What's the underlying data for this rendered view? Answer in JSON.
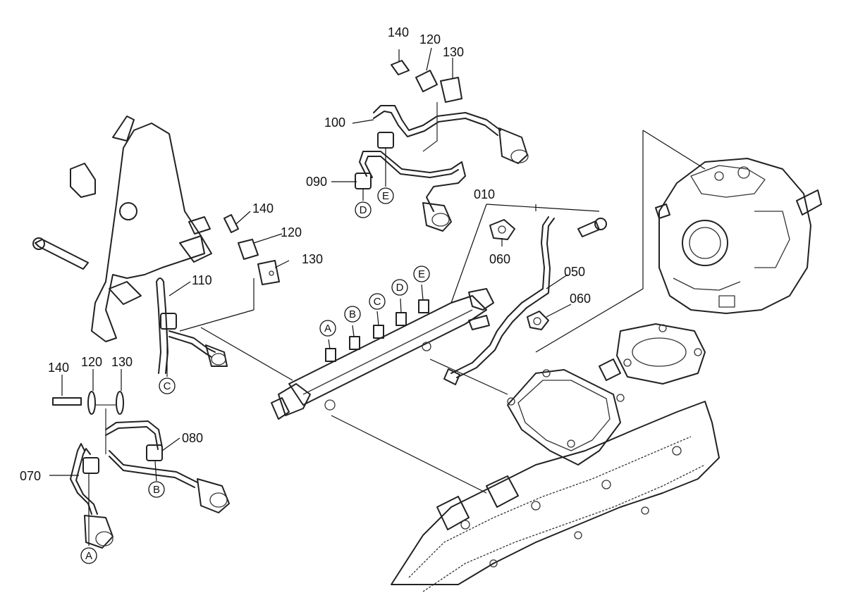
{
  "callouts": {
    "c010": "010",
    "c050": "050",
    "c060a": "060",
    "c060b": "060",
    "c070": "070",
    "c080": "080",
    "c090": "090",
    "c100": "100",
    "c110": "110",
    "c120a": "120",
    "c120b": "120",
    "c120c": "120",
    "c130a": "130",
    "c130b": "130",
    "c130c": "130",
    "c140a": "140",
    "c140b": "140",
    "c140c": "140"
  },
  "connection_markers": {
    "rail_A": "A",
    "rail_B": "B",
    "rail_C": "C",
    "rail_D": "D",
    "rail_E": "E",
    "pipe090_D": "D",
    "pipe090_E": "E",
    "pipe110_C": "C",
    "pipe070_A": "A",
    "pipe080_B": "B"
  },
  "colors": {
    "line": "#222222",
    "background": "#ffffff"
  }
}
